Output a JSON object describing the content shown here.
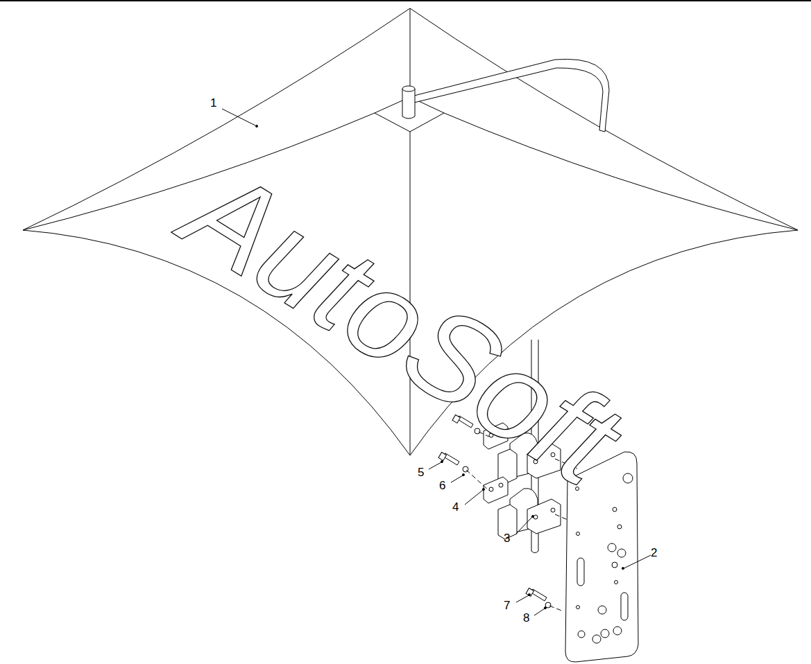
{
  "diagram": {
    "labels": [
      "1",
      "5",
      "6",
      "4",
      "3",
      "2",
      "7",
      "8",
      "AutoSoft"
    ]
  }
}
